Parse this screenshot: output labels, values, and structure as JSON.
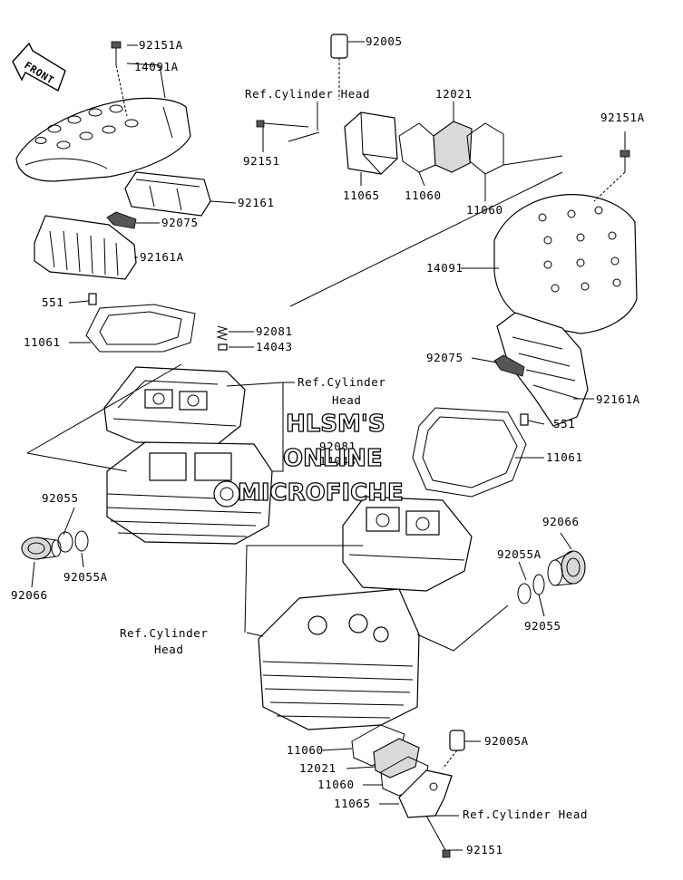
{
  "front_label": "FRONT",
  "watermark": {
    "line1": "HLSM'S",
    "line2": "ONLINE",
    "line3": "MICROFICHE"
  },
  "labels": {
    "l92151A_top": "92151A",
    "l14091A": "14091A",
    "l92005": "92005",
    "refhead_top": "Ref.Cylinder Head",
    "l12021_top": "12021",
    "l92151A_right": "92151A",
    "l92151_top": "92151",
    "l11065_top": "11065",
    "l11060_top_a": "11060",
    "l11060_top_b": "11060",
    "l92161": "92161",
    "l92075_left": "92075",
    "l14091": "14091",
    "l92161A_left": "92161A",
    "l551_left": "551",
    "l11061_left": "11061",
    "l92081_left": "92081",
    "l14043_left": "14043",
    "l92075_right": "92075",
    "refhead_mid_1": "Ref.Cylinder",
    "refhead_mid_2": "Head",
    "l92161A_right": "92161A",
    "l551_right": "551",
    "l92081_mid": "92081",
    "l14043_mid": "14043",
    "l11061_right": "11061",
    "l92055_left": "92055",
    "l92066_right": "92066",
    "l92055A_right": "92055A",
    "l92066_left": "92066",
    "l92055A_left": "92055A",
    "l92055_right": "92055",
    "refhead_low_1": "Ref.Cylinder",
    "refhead_low_2": "Head",
    "l11060_bot_a": "11060",
    "l92005A": "92005A",
    "l12021_bot": "12021",
    "l11060_bot_b": "11060",
    "l11065_bot": "11065",
    "refhead_bot": "Ref.Cylinder Head",
    "l92151_bot": "92151"
  }
}
